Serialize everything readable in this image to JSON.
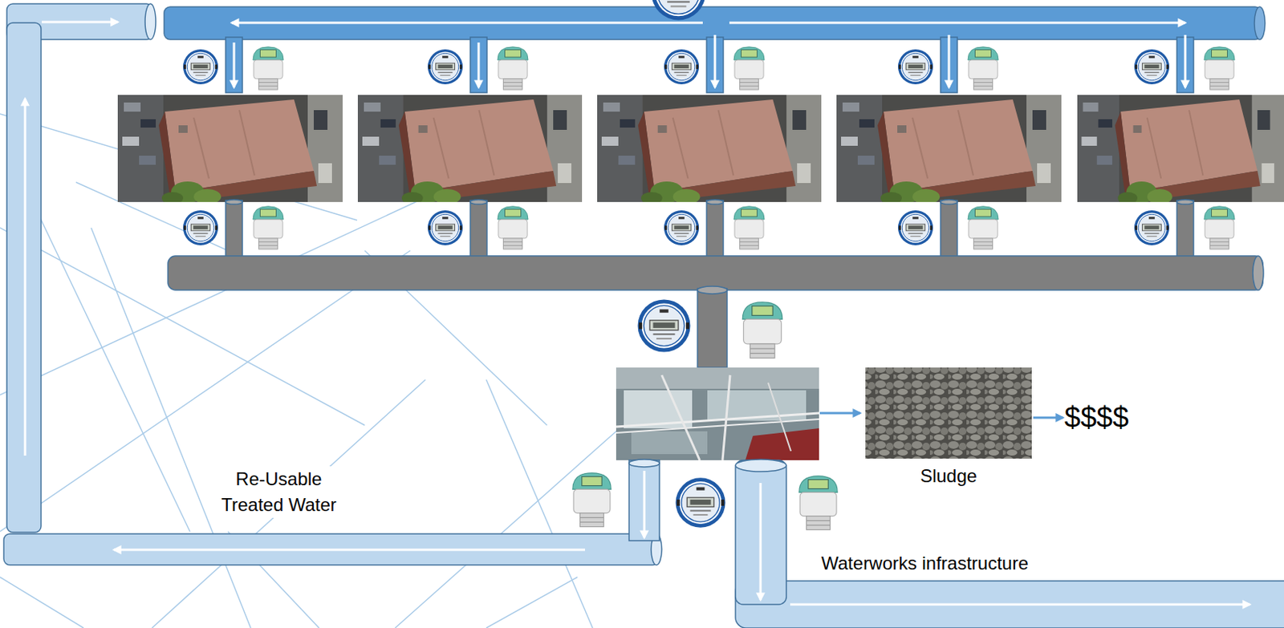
{
  "diagram": {
    "nodes": [
      {
        "text": [
          "Sludge"
        ]
      },
      {
        "text": [
          "$$$$"
        ]
      }
    ],
    "edges": [
      {
        "from": 0,
        "to": 1,
        "arrow": "to"
      }
    ],
    "labels": [
      "Re-Usable Treated Water",
      "Waterworks infrastructure"
    ]
  }
}
